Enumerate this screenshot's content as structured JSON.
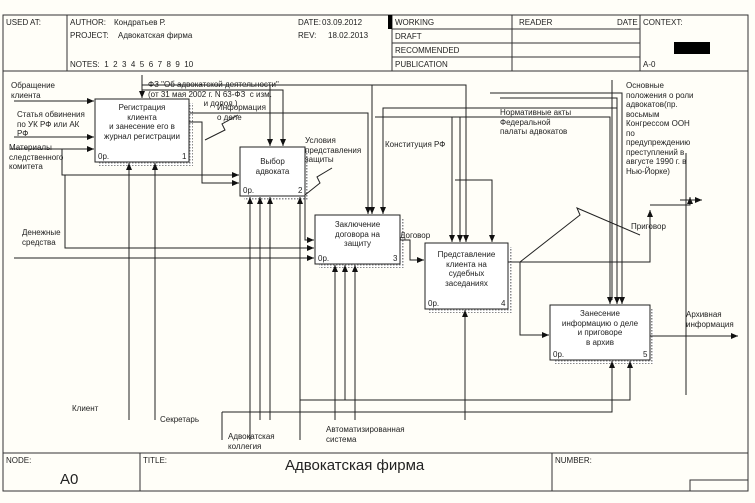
{
  "header": {
    "used_at": "USED AT:",
    "author_label": "AUTHOR:",
    "author": "Кондратьев Р.",
    "project_label": "PROJECT:",
    "project": "Адвокатская фирма",
    "date_label": "DATE:",
    "date": "03.09.2012",
    "rev_label": "REV:",
    "rev": "18.02.2013",
    "notes": "NOTES:  1  2  3  4  5  6  7  8  9  10",
    "status": [
      "WORKING",
      "DRAFT",
      "RECOMMENDED",
      "PUBLICATION"
    ],
    "reader": "READER",
    "reader_date": "DATE",
    "context": "CONTEXT:",
    "context_node": "A-0"
  },
  "boxes": [
    {
      "title": "Регистрация\nклиента\nи занесение его в\nжурнал регистрации",
      "cost": "0р.",
      "num": "1"
    },
    {
      "title": "Выбор\nадвоката",
      "cost": "0р.",
      "num": "2"
    },
    {
      "title": "Заключение\nдоговора на\nзащиту",
      "cost": "0р.",
      "num": "3"
    },
    {
      "title": "Представление\nклиента на\nсудебных\nзаседаниях",
      "cost": "0р.",
      "num": "4"
    },
    {
      "title": "Занесение\nинформацию о деле\nи приговоре\nв архив",
      "cost": "0р.",
      "num": "5"
    }
  ],
  "arrows": {
    "obrashchenie": "Обращение\nклиента",
    "statya": "Статья обвинения\nпо УК РФ или АК\nРФ",
    "materialy": "Материалы\nследственного\nкомитета",
    "fz": "ФЗ \"Об адвокатской деятельности\"\n(от 31 мая 2002 г. N 63-ФЗ  с изм.\n                         и допол.)",
    "info": "Информация\nо деле",
    "usloviya": "Условия\nпредставления\nзащиты",
    "konstituciya": "Конституция РФ",
    "normativnye": "Нормативные акты\nФедеральной\nпалаты адвокатов",
    "osnovnye": "Основные\nположения о роли\nадвокатов(пр.\nвосьмым\nКонгрессом ООН\nпо\nпредупреждению\nпреступлений в\nавгусте 1990 г. в\nНью-Йорке)",
    "denezhnye": "Денежные\nсредства",
    "dogovor": "Договор",
    "prigovor": "Приговор",
    "arhivnaya": "Архивная\nинформация",
    "klient": "Клиент",
    "sekretar": "Секретарь",
    "kollegiya": "Адвокатская\nколлегия",
    "sistema": "Автоматизированная\nсистема"
  },
  "footer": {
    "node_label": "NODE:",
    "node": "A0",
    "title_label": "TITLE:",
    "title": "Адвокатская фирма",
    "number_label": "NUMBER:"
  }
}
